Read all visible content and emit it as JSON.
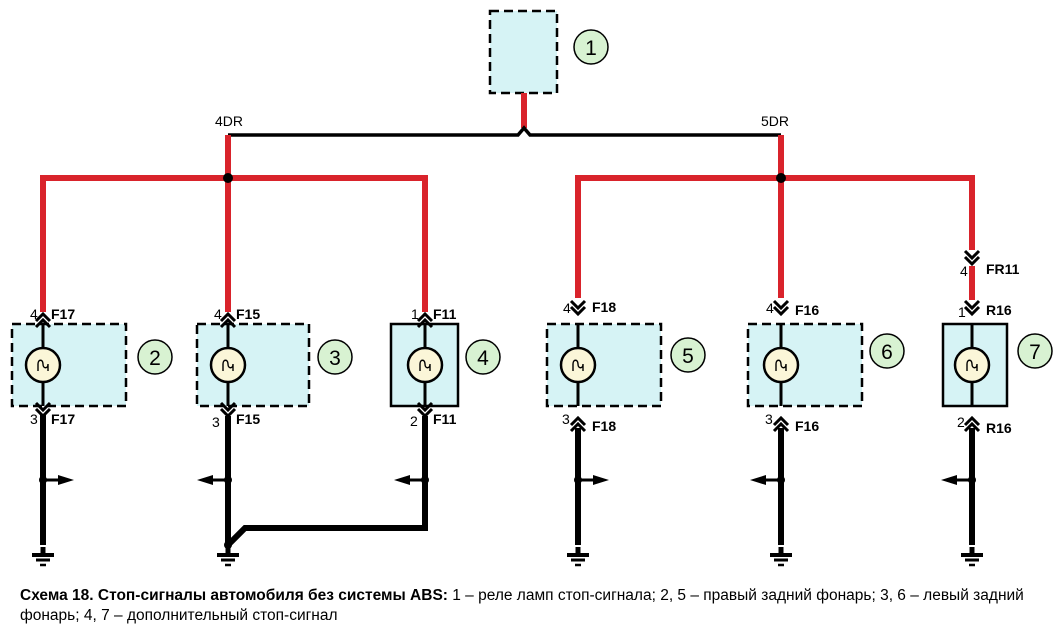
{
  "wires": {
    "left_bus": "4DR",
    "right_bus": "5DR"
  },
  "components": [
    {
      "id": "1",
      "label": "1"
    },
    {
      "id": "2",
      "label": "2",
      "top_pin": "4",
      "top_conn": "F17",
      "bottom_pin": "3",
      "bottom_conn": "F17"
    },
    {
      "id": "3",
      "label": "3",
      "top_pin": "4",
      "top_conn": "F15",
      "bottom_pin": "3",
      "bottom_conn": "F15"
    },
    {
      "id": "4",
      "label": "4",
      "top_pin": "1",
      "top_conn": "F11",
      "bottom_pin": "2",
      "bottom_conn": "F11"
    },
    {
      "id": "5",
      "label": "5",
      "top_pin": "4",
      "top_conn": "F18",
      "bottom_pin": "3",
      "bottom_conn": "F18"
    },
    {
      "id": "6",
      "label": "6",
      "top_pin": "4",
      "top_conn": "F16",
      "bottom_pin": "3",
      "bottom_conn": "F16"
    },
    {
      "id": "7",
      "label": "7",
      "top_pin": "1",
      "top_conn": "R16",
      "bottom_pin": "2",
      "bottom_conn": "R16",
      "extra_pin": "4",
      "extra_conn": "FR11"
    }
  ],
  "caption": {
    "title": "Схема 18. Стоп-сигналы автомобиля без системы ABS:",
    "text": " 1 – реле ламп стоп-сигнала; 2, 5 – правый задний фонарь; 3, 6 – левый задний фонарь; 4, 7 – дополнительный стоп-сигнал"
  },
  "colors": {
    "power_wire": "#d9232b",
    "ground_wire": "#000000",
    "box_fill": "#d6f3f5",
    "badge_fill": "#d8f2d2",
    "lamp_fill": "#fbf6d8"
  }
}
